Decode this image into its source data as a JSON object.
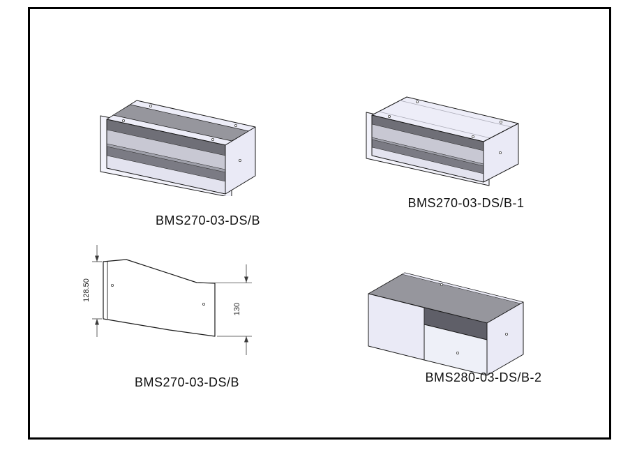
{
  "page": {
    "background": "#ffffff",
    "frame_color": "#000000"
  },
  "views": {
    "iso_a": {
      "label": "BMS270-03-DS/B"
    },
    "iso_b": {
      "label": "BMS270-03-DS/B-1"
    },
    "profile": {
      "label": "BMS270-03-DS/B",
      "dim_left": "128.50",
      "dim_right": "130"
    },
    "iso_c": {
      "label": "BMS280-03-DS/B-2"
    }
  },
  "colors": {
    "outline": "#1a1a1a",
    "face_light": "#eaeaf6",
    "face_light_2": "#eef0f8",
    "face_top_light": "#ededf8",
    "flange_light": "#f3f3fb",
    "panel_dark": "#96969d",
    "interior_dark": "#6f6f77",
    "interior_dark_2": "#7b7b84",
    "shelf_gray": "#c8c8d3",
    "shelf_edge": "#9fa0aa",
    "floor_light": "#e3e3ef",
    "step_dark": "#5f5f68",
    "dim_color": "#3a3a3a"
  }
}
